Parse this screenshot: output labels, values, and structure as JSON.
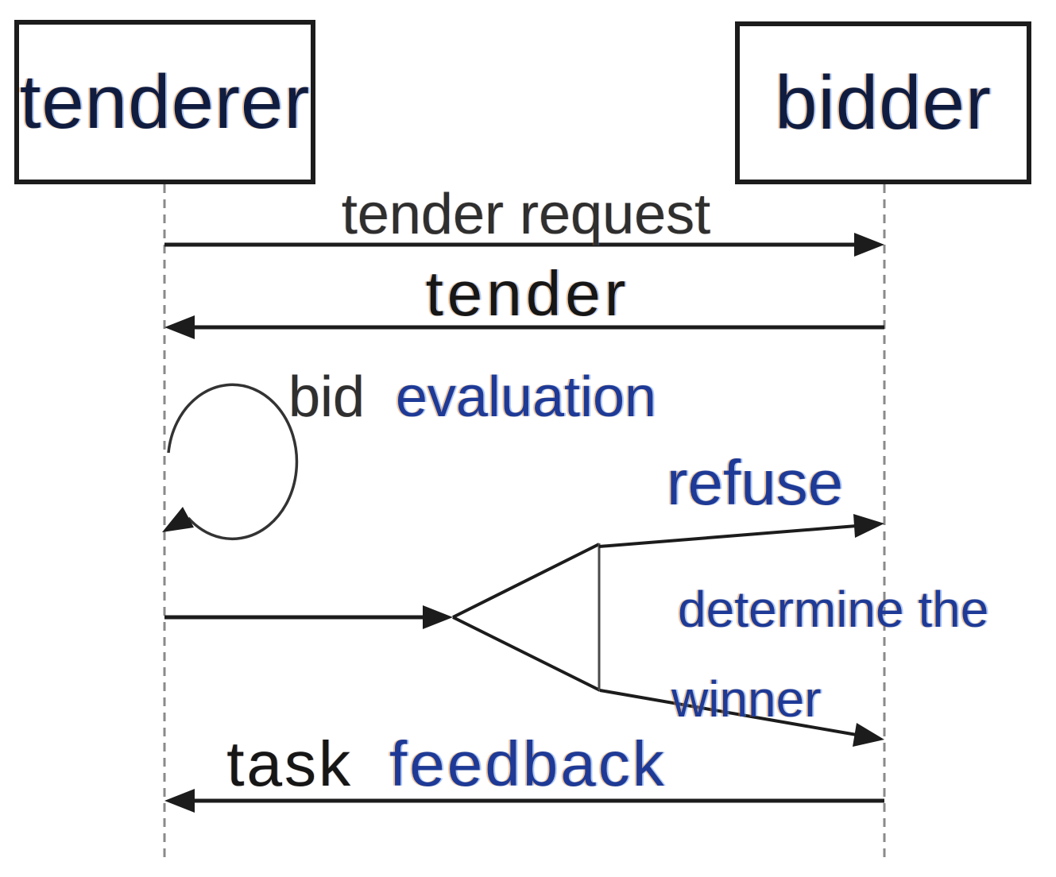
{
  "diagram_type": "sequence-diagram",
  "actors": {
    "left": "tenderer",
    "right": "bidder"
  },
  "messages": {
    "tender_request": "tender request",
    "tender": "tender",
    "bid_evaluation_part1": "bid",
    "bid_evaluation_part2": "evaluation",
    "refuse": "refuse",
    "determine_winner_line1": "determine the",
    "determine_winner_line2": "winner",
    "task_feedback_part1": "task",
    "task_feedback_part2": "feedback"
  },
  "colors": {
    "background": "#ffffff",
    "line": "#1c1c1c",
    "lifeline": "#8a8a8a",
    "fork_bar": "#4a4a4a",
    "actor_text": "#101c3f",
    "dark_text": "#2f2f2f",
    "black_text": "#161616",
    "blue_text": "#1e3a96"
  }
}
